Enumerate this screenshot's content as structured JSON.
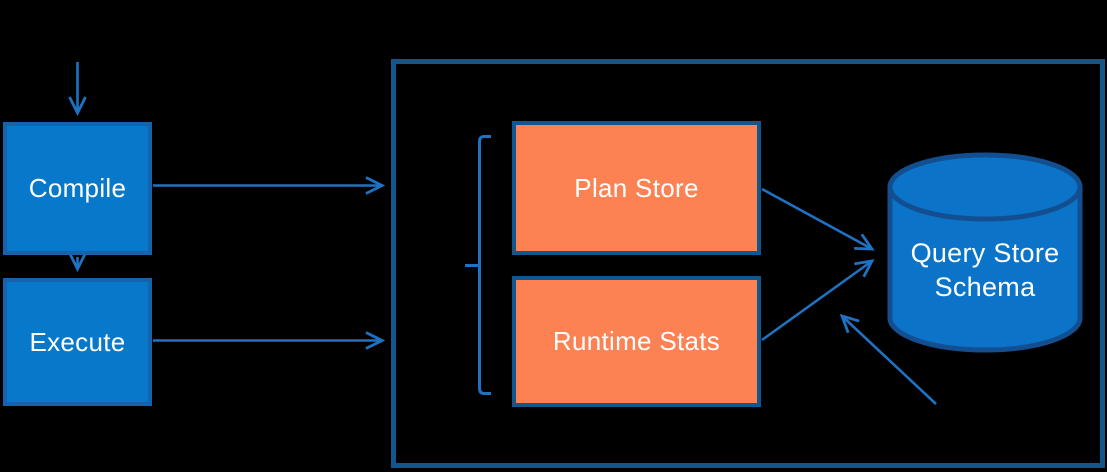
{
  "background": "#000000",
  "colors": {
    "background": "#000000",
    "node_fill": "#0878CB",
    "node_border": "#1563AD",
    "store_fill": "#FC8253",
    "frame_border": "#12568E",
    "cyl_fill": "#0B74C9",
    "cyl_border": "#134F90",
    "arrow": "#1F71C2",
    "label": "#FFFFFF"
  },
  "nodes": {
    "compile": {
      "label": "Compile"
    },
    "execute": {
      "label": "Execute"
    },
    "plan_store": {
      "label": "Plan Store"
    },
    "runtime_stats": {
      "label": "Runtime Stats"
    },
    "query_store_schema": {
      "lines": [
        "Query Store",
        "Schema"
      ]
    }
  }
}
